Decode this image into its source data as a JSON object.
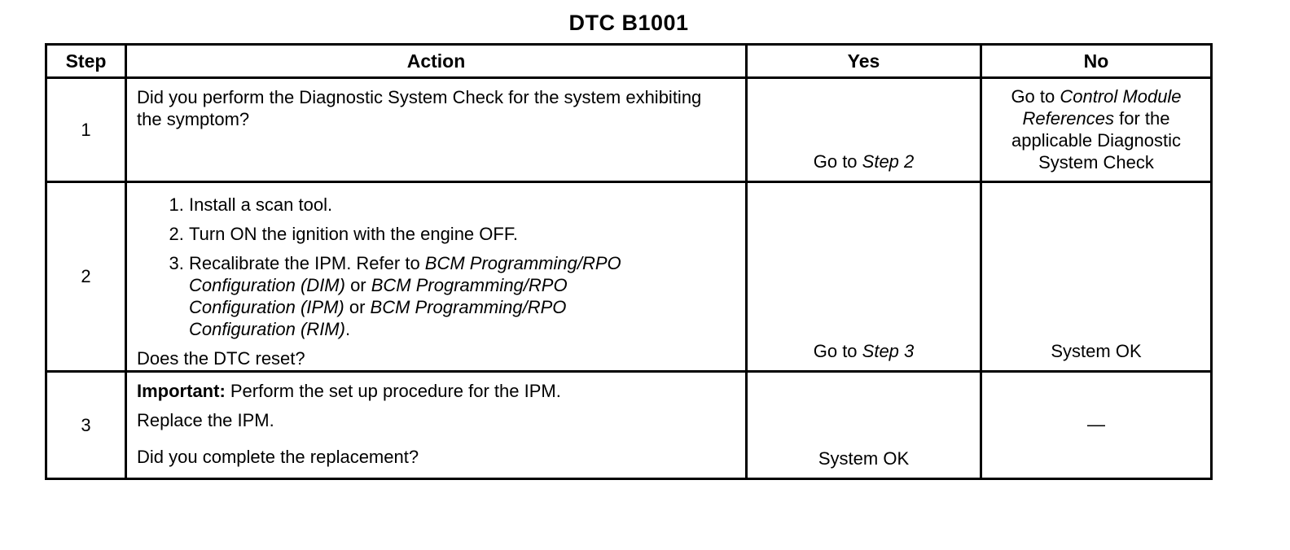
{
  "title": "DTC B1001",
  "colors": {
    "text": "#000000",
    "background": "#ffffff",
    "table_border": "#000000"
  },
  "table": {
    "headers": {
      "step": "Step",
      "action": "Action",
      "yes": "Yes",
      "no": "No"
    },
    "rows": [
      {
        "step": "1",
        "action_question": [
          {
            "t": "Did you perform the Diagnostic System Check for the system exhibiting the symptom?"
          }
        ],
        "yes": [
          {
            "t": "Go to "
          },
          {
            "t": "Step 2",
            "i": true
          }
        ],
        "no": [
          {
            "t": "Go to "
          },
          {
            "t": "Control Module References",
            "i": true
          },
          {
            "t": " for the applicable Diagnostic System Check"
          }
        ]
      },
      {
        "step": "2",
        "action_list": [
          [
            {
              "t": "Install a scan tool."
            }
          ],
          [
            {
              "t": "Turn ON the ignition with the engine OFF."
            }
          ],
          [
            {
              "t": "Recalibrate the IPM. Refer to "
            },
            {
              "t": "BCM Programming/RPO Configuration (DIM)",
              "i": true
            },
            {
              "t": " or "
            },
            {
              "t": "BCM Programming/RPO Configuration (IPM)",
              "i": true
            },
            {
              "t": " or "
            },
            {
              "t": "BCM Programming/RPO Configuration (RIM)",
              "i": true
            },
            {
              "t": "."
            }
          ]
        ],
        "action_question": [
          {
            "t": "Does the DTC reset?"
          }
        ],
        "yes": [
          {
            "t": "Go to "
          },
          {
            "t": "Step 3",
            "i": true
          }
        ],
        "no": [
          {
            "t": "System OK"
          }
        ]
      },
      {
        "step": "3",
        "action_paragraphs": [
          [
            {
              "t": "Important:",
              "b": true
            },
            {
              "t": " Perform the set up procedure for the IPM."
            }
          ],
          [
            {
              "t": "Replace the IPM."
            }
          ]
        ],
        "action_question": [
          {
            "t": "Did you complete the replacement?"
          }
        ],
        "yes": [
          {
            "t": "System OK"
          }
        ],
        "no": [
          {
            "t": "—"
          }
        ]
      }
    ]
  }
}
